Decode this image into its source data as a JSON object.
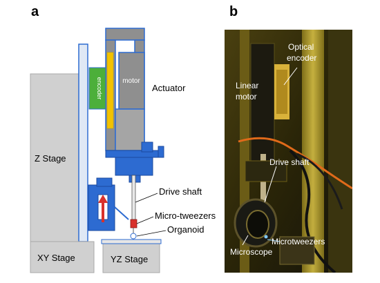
{
  "panel_a": {
    "label": "a",
    "z_stage": "Z Stage",
    "xy_stage": "XY Stage",
    "yz_stage": "YZ Stage",
    "encoder": "encoder",
    "motor": "motor",
    "actuator": "Actuator",
    "drive_shaft": "Drive shaft",
    "micro_tweezers": "Micro-tweezers",
    "organoid": "Organoid"
  },
  "panel_b": {
    "label": "b",
    "linear_motor_line1": "Linear",
    "linear_motor_line2": "motor",
    "optical_encoder_line1": "Optical",
    "optical_encoder_line2": "encoder",
    "drive_shaft": "Drive shaft",
    "microtweezers": "Microtweezers",
    "microscope": "Microscope"
  },
  "colors": {
    "stage_gray": "#d0d0d0",
    "structure_blue": "#2d6bd1",
    "encoder_green": "#4caf3a",
    "motor_gray": "#8f8f8f",
    "accent_yellow": "#f2c200",
    "arrow_red": "#d8312c",
    "photo_dark": "#2a2508",
    "photo_yellow": "#c9b23a"
  }
}
